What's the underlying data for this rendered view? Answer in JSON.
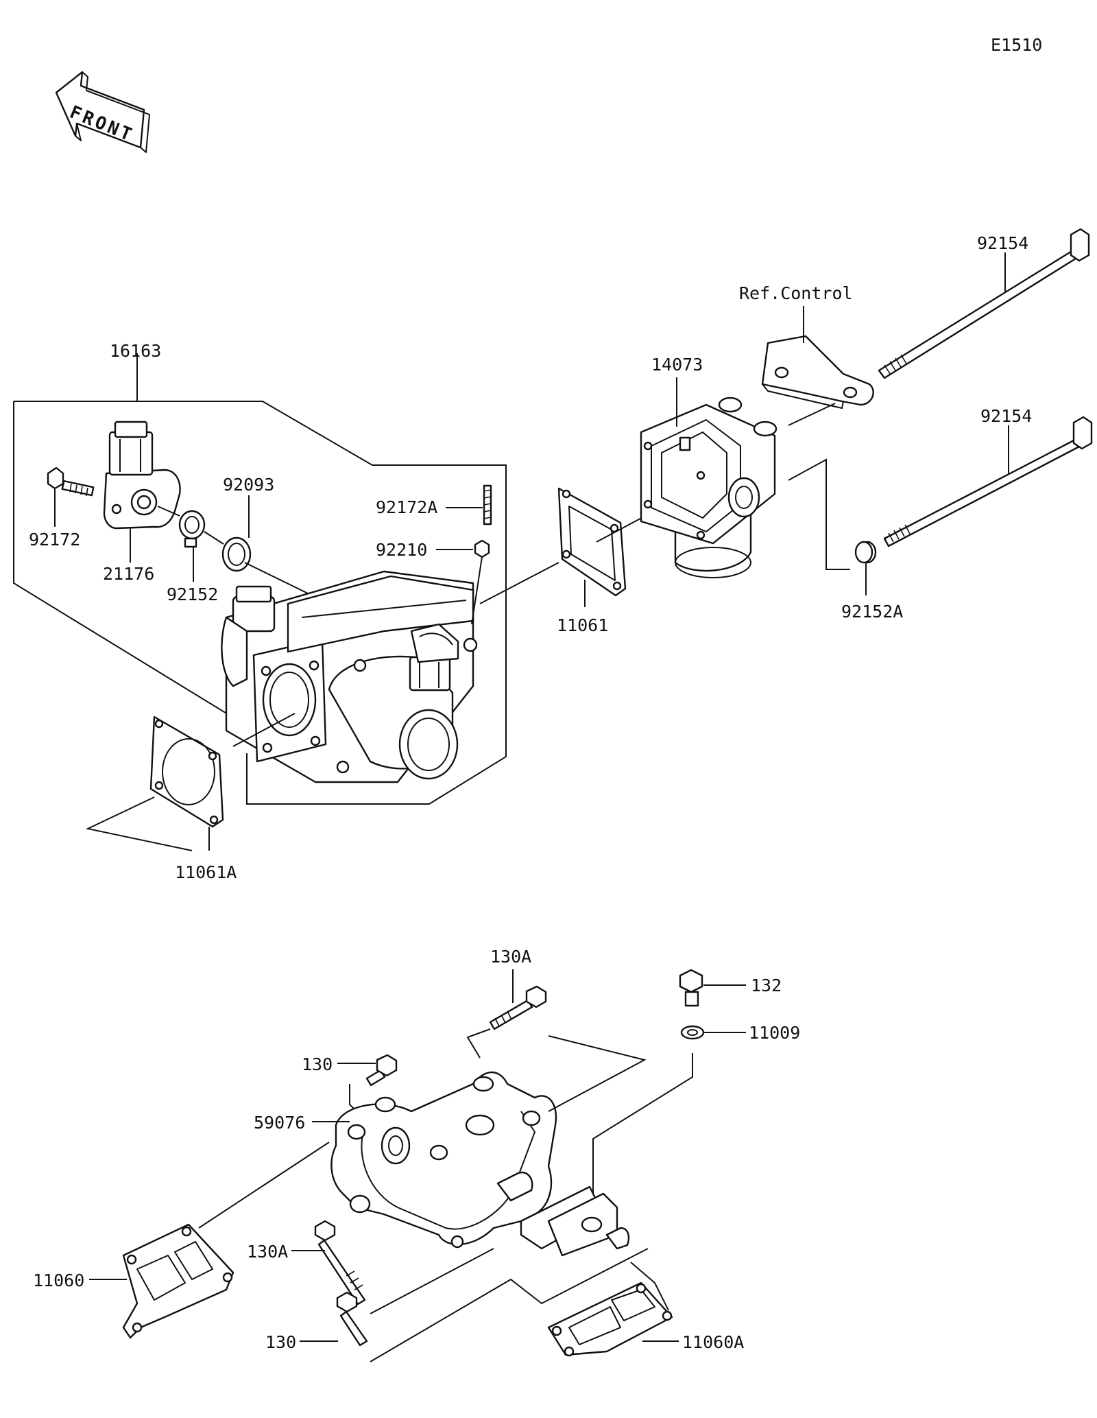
{
  "diagram": {
    "code": "E1510",
    "front_label": "FRONT",
    "ref_label": "Ref.Control",
    "callouts": {
      "p16163": "16163",
      "p21176": "21176",
      "p92172": "92172",
      "p92152": "92152",
      "p92093": "92093",
      "p92172A": "92172A",
      "p92210": "92210",
      "p11061": "11061",
      "p11061A": "11061A",
      "p14073": "14073",
      "p92154_top": "92154",
      "p92154_mid": "92154",
      "p92152A": "92152A",
      "p130A_top": "130A",
      "p132": "132",
      "p11009": "11009",
      "p130_top": "130",
      "p59076": "59076",
      "p11060": "11060",
      "p130A_bottom": "130A",
      "p130_bottom": "130",
      "p11060A": "11060A"
    }
  }
}
